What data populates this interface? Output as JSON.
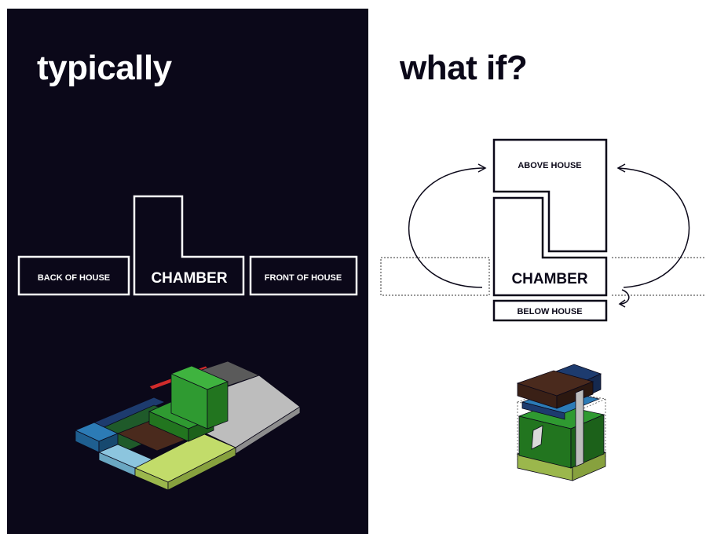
{
  "left": {
    "heading": "typically",
    "labels": {
      "back": "BACK OF HOUSE",
      "chamber": "CHAMBER",
      "front": "FRONT OF HOUSE"
    }
  },
  "right": {
    "heading": "what if?",
    "labels": {
      "above": "ABOVE HOUSE",
      "chamber": "CHAMBER",
      "below": "BELOW HOUSE"
    }
  },
  "colors": {
    "dark_bg": "#0b0819",
    "green": "#2f9a31",
    "lime": "#c2dc6a",
    "grey": "#bdbdbd",
    "blue": "#2c7bb6",
    "light_blue": "#8cc5de",
    "navy": "#1d3b6e",
    "brown": "#4a2a1d",
    "red": "#d02b2b"
  }
}
